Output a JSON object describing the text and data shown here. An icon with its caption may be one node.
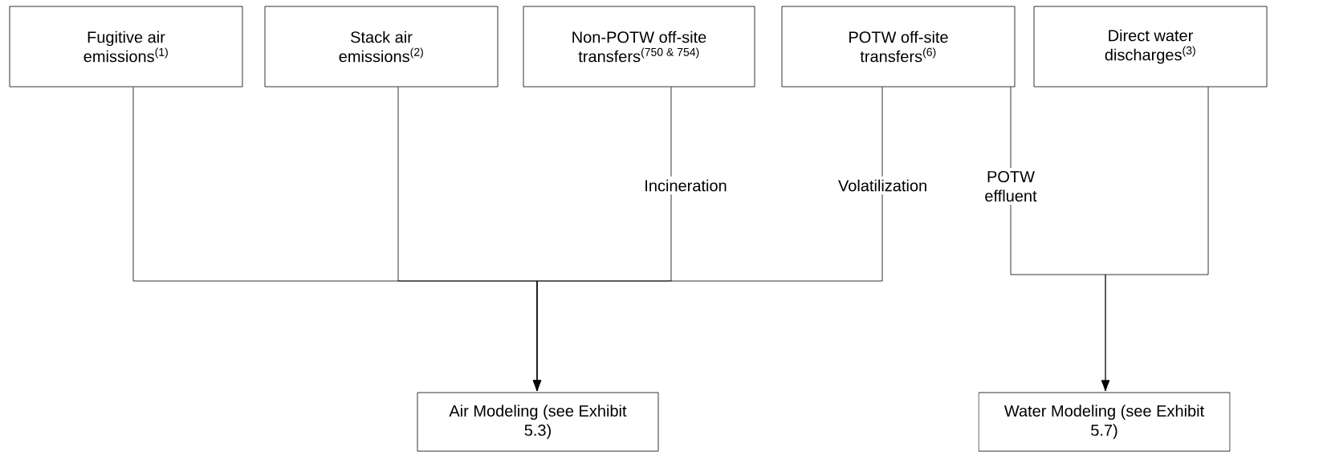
{
  "diagram": {
    "nodes": [
      {
        "text": [
          "Fugitive air emissions$^{(1)}$"
        ]
      },
      {
        "text": [
          "Stack air emissions$^{(2)}$"
        ]
      },
      {
        "text": [
          "Non-POTW off-site transfers$^{(750 & 754)}$"
        ]
      },
      {
        "text": [
          "POTW off-site transfers$^{(6)}$"
        ]
      },
      {
        "text": [
          "Direct water discharges$^{(3)}$"
        ]
      },
      {
        "text": [
          "Air Modeling (see Exhibit 5.3)"
        ]
      },
      {
        "text": [
          "Water Modeling (see Exhibit 5.7)"
        ]
      }
    ],
    "edges": [
      {
        "from": 0,
        "to": 5,
        "arrow": "to"
      },
      {
        "from": 1,
        "to": 5,
        "arrow": "to"
      },
      {
        "from": 2,
        "to": 5,
        "label": "Incineration",
        "arrow": "to"
      },
      {
        "from": 3,
        "to": 5,
        "label": "Volatilization",
        "arrow": "to"
      },
      {
        "from": 3,
        "to": 6,
        "label": "POTW effluent",
        "arrow": "to"
      },
      {
        "from": 4,
        "to": 6,
        "arrow": "to"
      }
    ]
  }
}
